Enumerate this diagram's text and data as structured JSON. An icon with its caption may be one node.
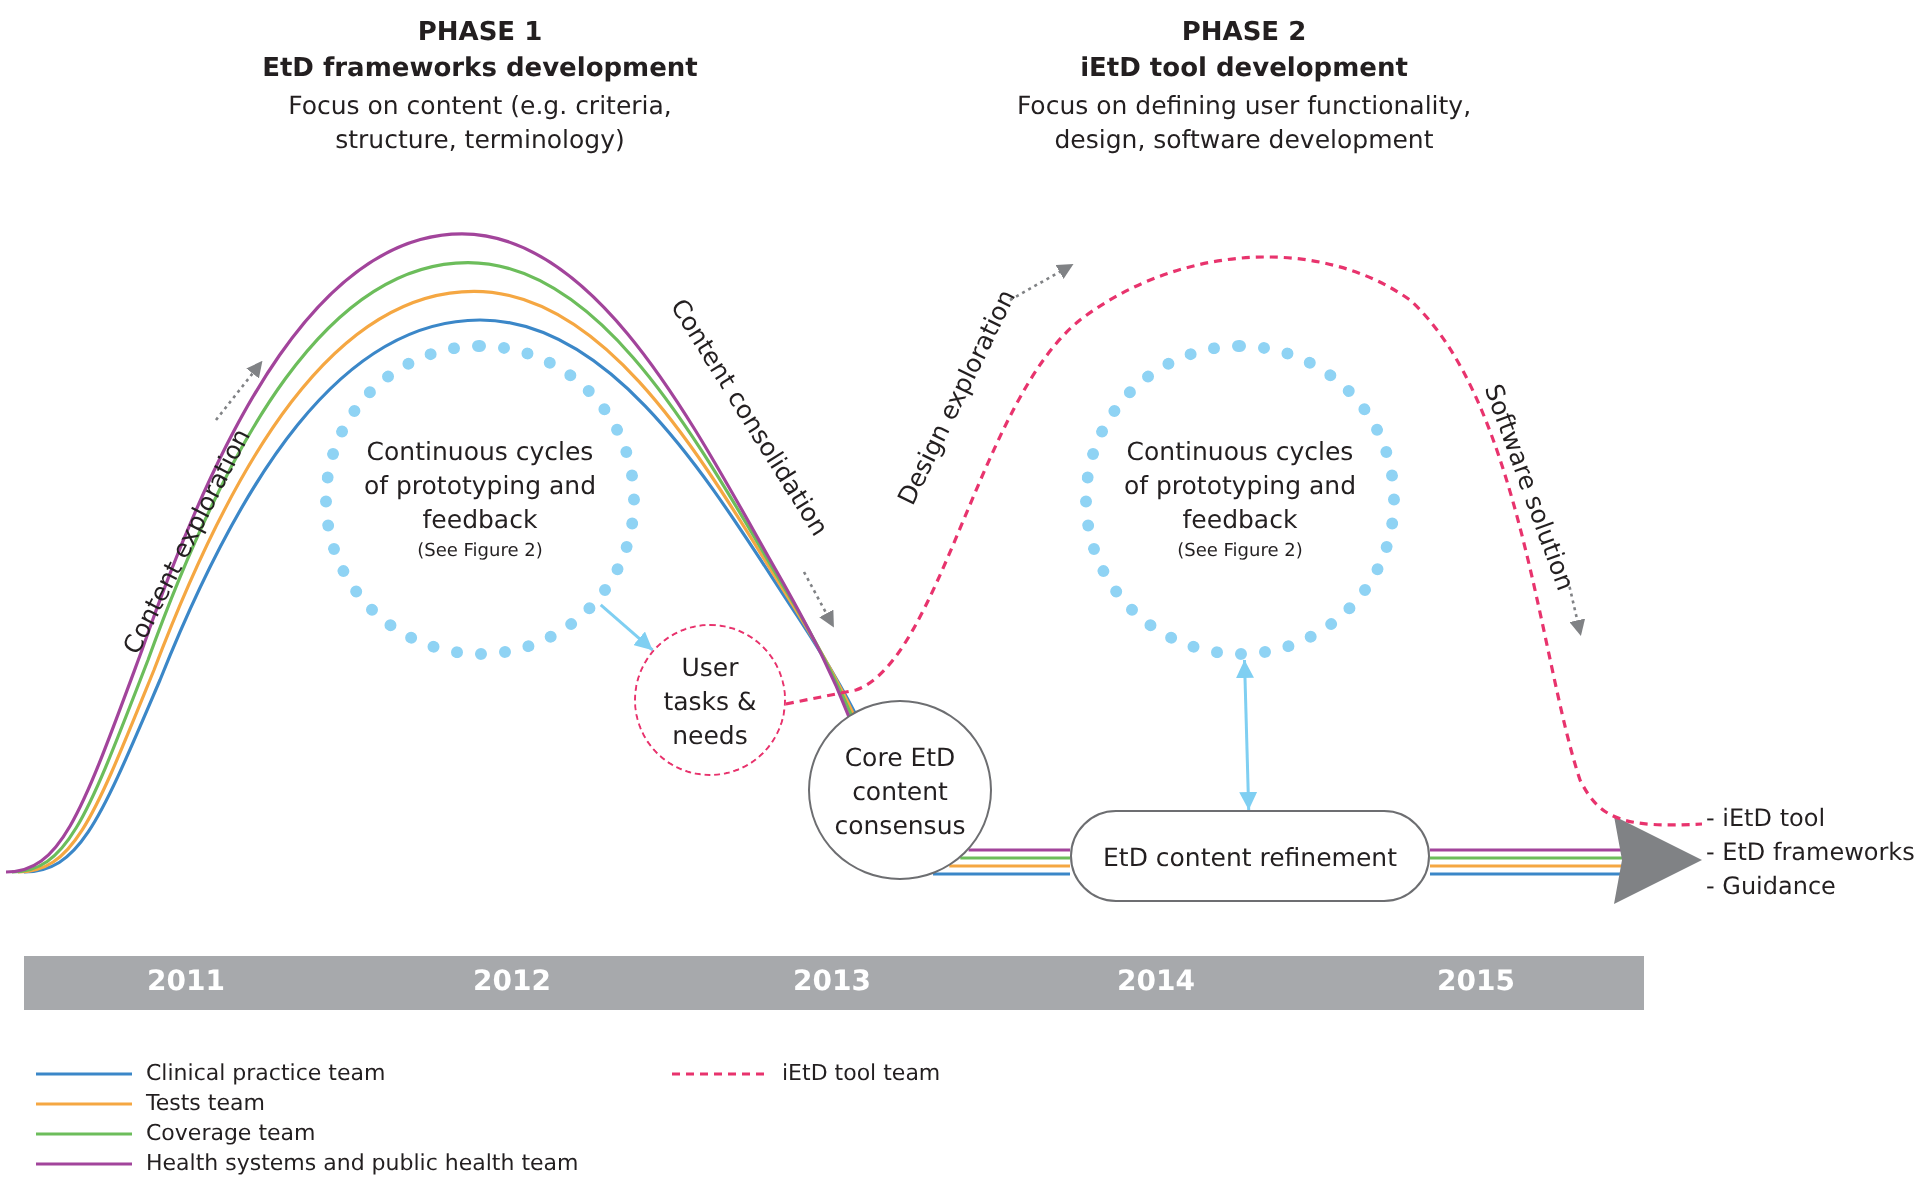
{
  "diagram": {
    "nodes": [
      {
        "text": [
          "Continuous cycles of prototyping and feedback",
          "(See Figure 2)"
        ]
      },
      {
        "text": [
          "User tasks & needs"
        ]
      },
      {
        "text": [
          "Core EtD content consensus"
        ]
      },
      {
        "text": [
          "Continuous cycles of prototyping and feedback",
          "(See Figure 2)"
        ]
      },
      {
        "text": [
          "EtD content refinement"
        ]
      },
      {
        "text": [
          "- iEtD tool",
          "- EtD frameworks",
          "- Guidance"
        ]
      }
    ],
    "edges": [
      {
        "from": 0,
        "to": 1,
        "arrow": "to"
      },
      {
        "from": 3,
        "to": 4,
        "arrow": "both"
      },
      {
        "from": 2,
        "to": 4,
        "arrow": "none"
      },
      {
        "from": 4,
        "to": 5,
        "arrow": "to"
      },
      {
        "from": 1,
        "to": 5,
        "arrow": "none",
        "style": "dashed",
        "color": "#e8336d"
      }
    ],
    "labels": [
      "PHASE 1",
      "EtD frameworks development",
      "Focus on content (e.g. criteria, structure, terminology)",
      "PHASE 2",
      "iEtD tool development",
      "Focus on defining user functionality, design, software development",
      "Content exploration",
      "Content consolidation",
      "Design exploration",
      "Software solution",
      "2011",
      "2012",
      "2013",
      "2014",
      "2015"
    ],
    "legend": [
      {
        "text": "Clinical practice team"
      },
      {
        "text": "Tests team"
      },
      {
        "text": "Coverage team"
      },
      {
        "text": "Health systems and public health team"
      },
      {
        "text": "iEtD tool team"
      }
    ]
  }
}
